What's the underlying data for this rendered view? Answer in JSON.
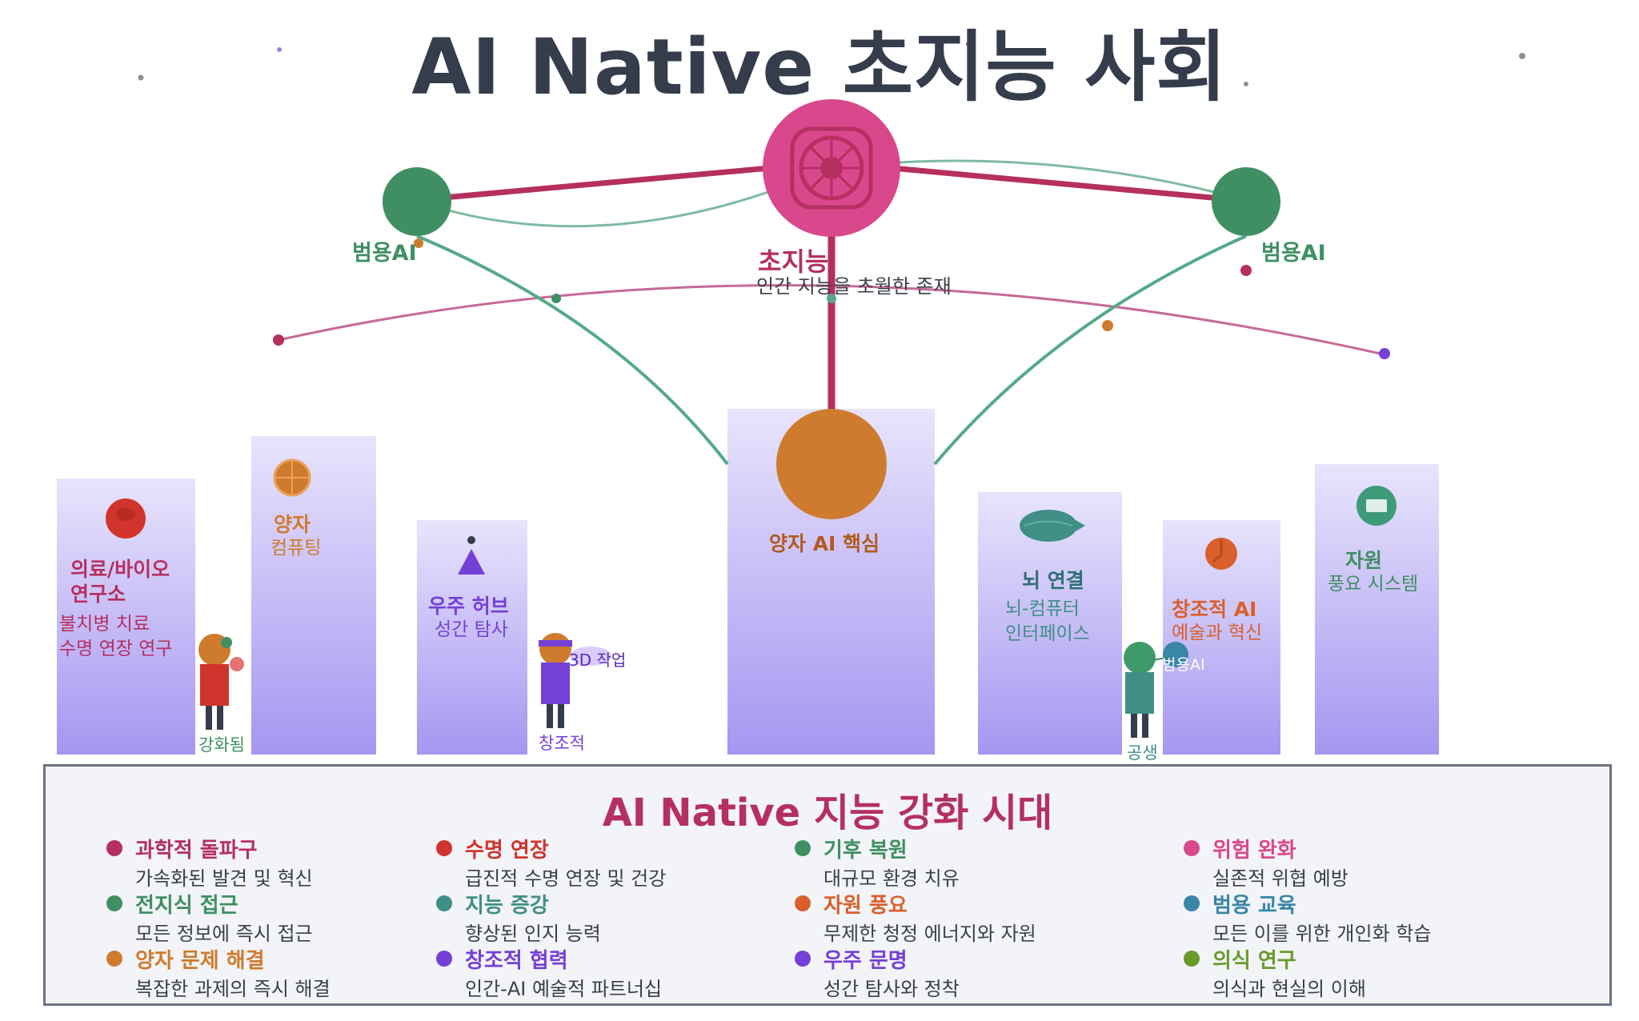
{
  "title": "AI Native 초지능 사회",
  "colors": {
    "magenta": "#d9478c",
    "crimson": "#b5305f",
    "green": "#3f8f63",
    "teal": "#57a98a",
    "orange": "#cf7b2e",
    "purple": "#7540d6",
    "building_top": "#e6e1fb",
    "building_bottom": "#a79af2",
    "dark": "#353c4b"
  },
  "nodes": {
    "center": {
      "name": "초지능",
      "desc": "인간 지능을 초월한 존재"
    },
    "left": {
      "name": "범용AI"
    },
    "right": {
      "name": "범용AI"
    }
  },
  "buildings": [
    {
      "name": "의료/바이오\n연구소",
      "sub": "불치병 치료\n수명 연장 연구",
      "icon": "medical-icon",
      "color": "#b5305f"
    },
    {
      "name": "양자",
      "sub": "컴퓨팅",
      "icon": "quantum-icon",
      "color": "#cf7b2e"
    },
    {
      "name": "우주 허브",
      "sub": "성간 탐사",
      "icon": "rocket-icon",
      "color": "#7540d6"
    },
    {
      "name": "양자 AI 핵심",
      "sub": "",
      "icon": "quantum-core-icon",
      "color": "#cf7b2e"
    },
    {
      "name": "뇌 연결",
      "sub": "뇌-컴퓨터\n인터페이스",
      "icon": "brain-link-icon",
      "color": "#3f8f87"
    },
    {
      "name": "창조적 AI",
      "sub": "예술과 혁신",
      "icon": "creative-icon",
      "color": "#d9602c"
    },
    {
      "name": "자원",
      "sub": "풍요 시스템",
      "icon": "resource-icon",
      "color": "#3f8f63"
    }
  ],
  "people": [
    {
      "label": "강화됨"
    },
    {
      "label": "창조적",
      "bubble": "3D 작업"
    },
    {
      "label": "공생",
      "companion": "범용AI"
    }
  ],
  "panel": {
    "title": "AI Native 지능 강화 시대",
    "items": [
      {
        "title": "과학적 돌파구",
        "desc": "가속화된 발견 및 혁신",
        "color": "#b5305f"
      },
      {
        "title": "수명 연장",
        "desc": "급진적 수명 연장 및 건강",
        "color": "#d0342c"
      },
      {
        "title": "기후 복원",
        "desc": "대규모 환경 치유",
        "color": "#3f8f63"
      },
      {
        "title": "위험 완화",
        "desc": "실존적 위협 예방",
        "color": "#d9478c"
      },
      {
        "title": "전지식 접근",
        "desc": "모든 정보에 즉시 접근",
        "color": "#3f8f63"
      },
      {
        "title": "지능 증강",
        "desc": "향상된 인지 능력",
        "color": "#3f8f87"
      },
      {
        "title": "자원 풍요",
        "desc": "무제한 청정 에너지와 자원",
        "color": "#d9602c"
      },
      {
        "title": "범용 교육",
        "desc": "모든 이를 위한 개인화 학습",
        "color": "#3a86a8"
      },
      {
        "title": "양자 문제 해결",
        "desc": "복잡한 과제의 즉시 해결",
        "color": "#cf7b2e"
      },
      {
        "title": "창조적 협력",
        "desc": "인간-AI 예술적 파트너십",
        "color": "#7540d6"
      },
      {
        "title": "우주 문명",
        "desc": "성간 탐사와 정착",
        "color": "#7540d6"
      },
      {
        "title": "의식 연구",
        "desc": "의식과 현실의 이해",
        "color": "#6a9a2a"
      }
    ]
  }
}
